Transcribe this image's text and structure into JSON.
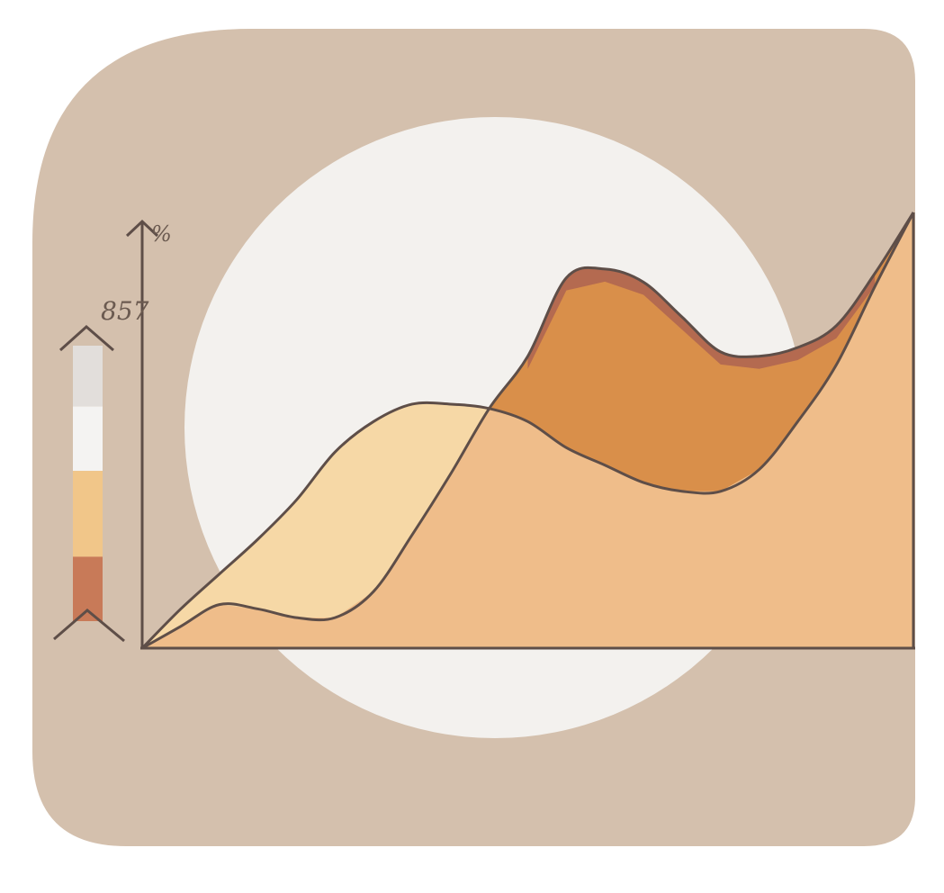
{
  "colors": {
    "panel": "#d4c0ad",
    "disc": "#f3f1ee",
    "axis": "#5e4e48",
    "area_light": "#f6d8a6",
    "area_mid": "#efbd8a",
    "area_dark": "#d98f4a",
    "area_rust": "#b46a50",
    "bar": [
      "#e2dedb",
      "#f4f3f2",
      "#f1c689",
      "#c87a58"
    ]
  },
  "icons": [
    "up-chevron-icon",
    "down-chevron-icon"
  ],
  "chart_data": {
    "type": "area",
    "unit_label": "%",
    "value_label": "857",
    "x": [
      0,
      5,
      10,
      15,
      20,
      25,
      30,
      35,
      40,
      45,
      50,
      55,
      60,
      65,
      70,
      75,
      80,
      85,
      90,
      95,
      100
    ],
    "series": [
      {
        "values": [
          0,
          9,
          17,
          25,
          34,
          45,
          52,
          56,
          56,
          55,
          52,
          46,
          42,
          38,
          36,
          36,
          41,
          52,
          65,
          83,
          100
        ]
      },
      {
        "values": [
          0,
          5,
          10,
          9,
          7,
          7,
          13,
          26,
          40,
          55,
          67,
          85,
          87,
          84,
          76,
          68,
          67,
          69,
          74,
          86,
          100
        ]
      }
    ],
    "legend_bar": {
      "segments": [
        0.17,
        0.18,
        0.24,
        0.18
      ]
    }
  }
}
